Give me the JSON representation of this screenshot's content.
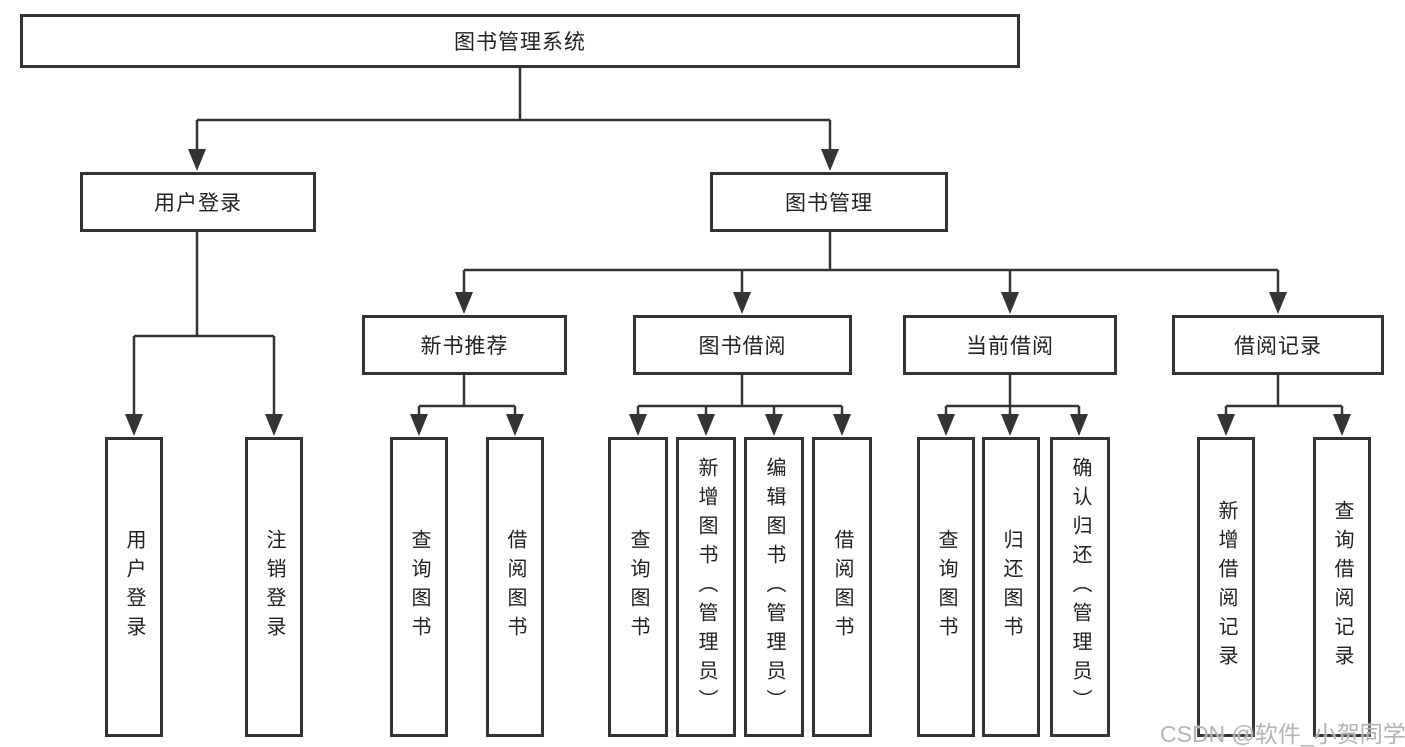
{
  "diagram": {
    "title": "图书管理系统",
    "branches": [
      {
        "label": "用户登录",
        "children": [
          {
            "label": "用户登录"
          },
          {
            "label": "注销登录"
          }
        ]
      },
      {
        "label": "图书管理",
        "children": [
          {
            "label": "新书推荐",
            "children": [
              {
                "label": "查询图书"
              },
              {
                "label": "借阅图书"
              }
            ]
          },
          {
            "label": "图书借阅",
            "children": [
              {
                "label": "查询图书"
              },
              {
                "label": "新增图书（管理员）"
              },
              {
                "label": "编辑图书（管理员）"
              },
              {
                "label": "借阅图书"
              }
            ]
          },
          {
            "label": "当前借阅",
            "children": [
              {
                "label": "查询图书"
              },
              {
                "label": "归还图书"
              },
              {
                "label": "确认归还（管理员）"
              }
            ]
          },
          {
            "label": "借阅记录",
            "children": [
              {
                "label": "新增借阅记录"
              },
              {
                "label": "查询借阅记录"
              }
            ]
          }
        ]
      }
    ]
  },
  "colors": {
    "line": "#343434",
    "box_border": "#333333",
    "text": "#212121",
    "watermark": "#b3b3b3",
    "background": "#ffffff"
  },
  "watermark": "CSDN @软件_小贺同学"
}
